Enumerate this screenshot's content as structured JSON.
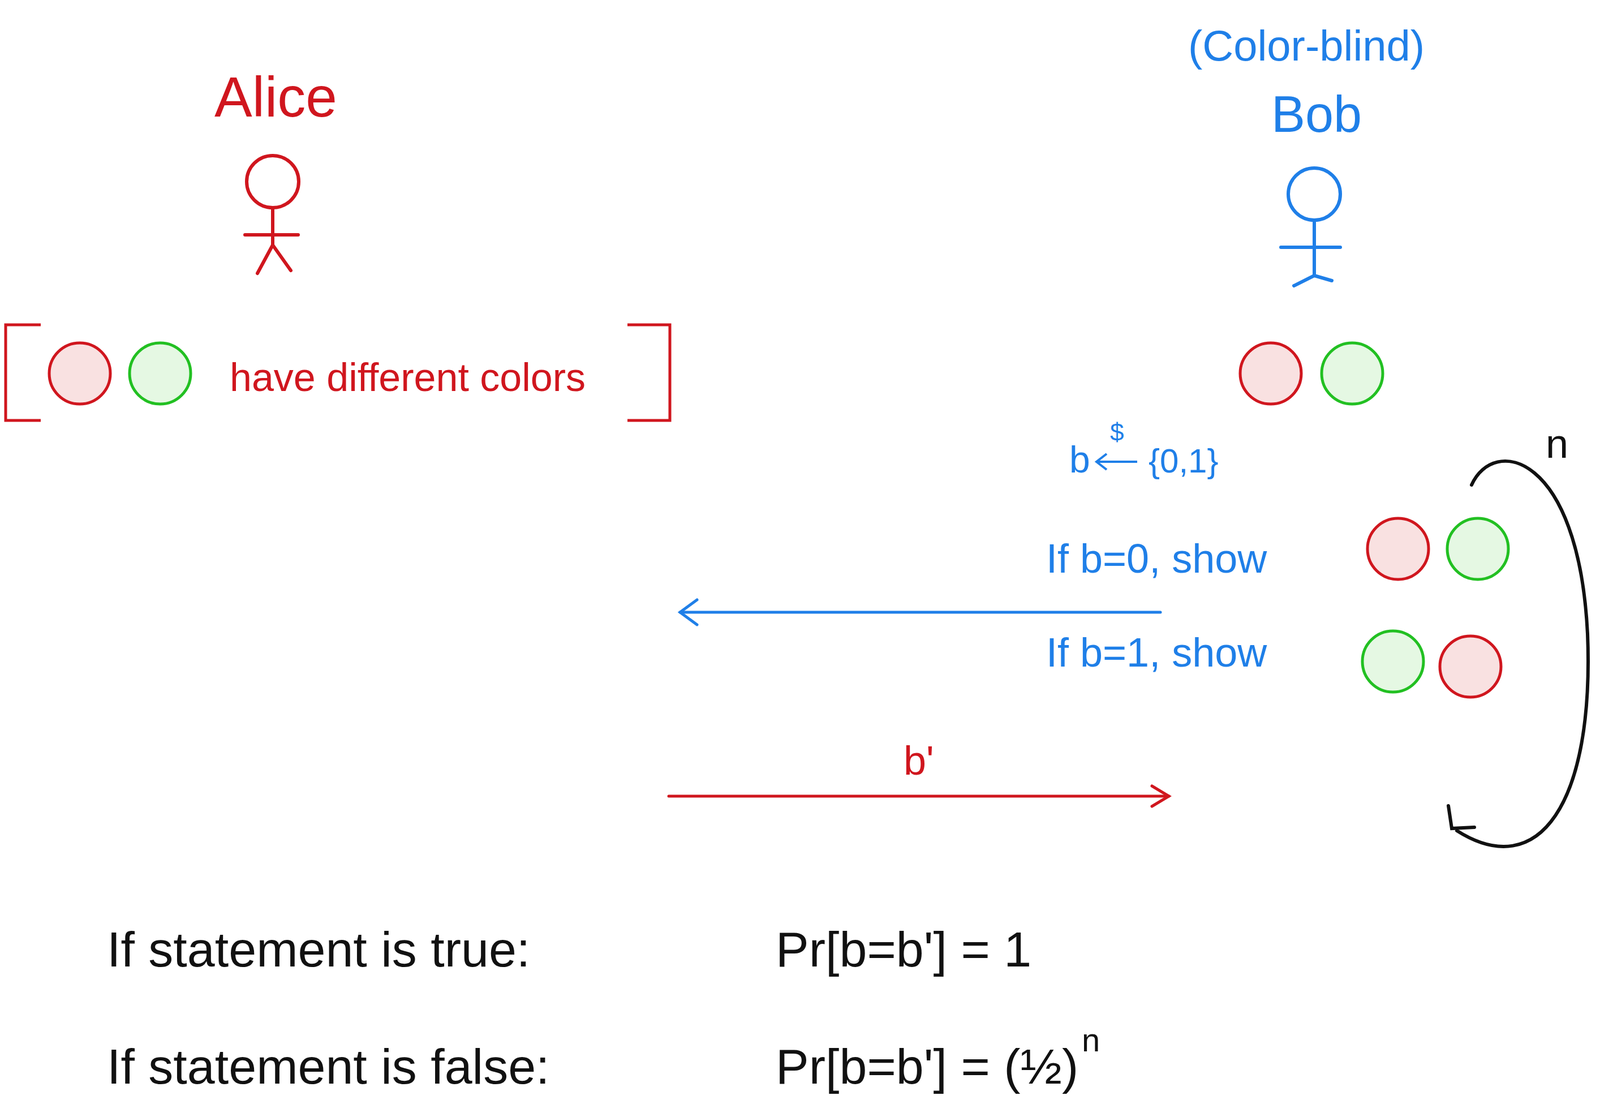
{
  "diagram": {
    "labels": [
      "Alice",
      "(Color-blind)",
      "Bob",
      "have different colors",
      "b",
      "$",
      "{0,1}",
      "If b=0, show",
      "If b=1, show",
      "b'",
      "n",
      "If statement is true:",
      "Pr[b=b'] = 1",
      "If statement is false:",
      "Pr[b=b'] = (½)",
      "n"
    ]
  }
}
